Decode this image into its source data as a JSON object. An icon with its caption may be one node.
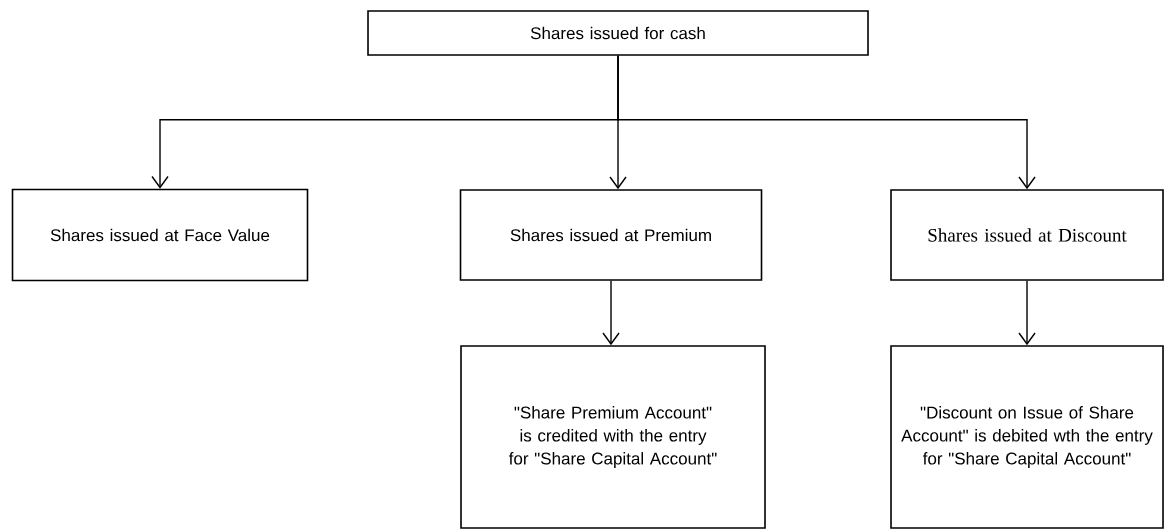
{
  "diagram": {
    "nodes": [
      {
        "text": [
          "Shares issued for cash"
        ]
      },
      {
        "text": [
          "Shares issued at Face Value"
        ]
      },
      {
        "text": [
          "Shares issued at Premium"
        ]
      },
      {
        "text": [
          "Shares issued at Discount"
        ]
      },
      {
        "text": [
          "\"Share Premium Account\" is credited with the entry for \"Share Capital Account\""
        ]
      },
      {
        "text": [
          "\"Discount on Issue of Share Account\" is debited wth the entry for \"Share Capital Account\""
        ]
      }
    ],
    "edges": [
      {
        "from": 0,
        "to": 1,
        "arrow": "to"
      },
      {
        "from": 0,
        "to": 2,
        "arrow": "to"
      },
      {
        "from": 0,
        "to": 3,
        "arrow": "to"
      },
      {
        "from": 2,
        "to": 4,
        "arrow": "to"
      },
      {
        "from": 3,
        "to": 5,
        "arrow": "to"
      }
    ]
  }
}
